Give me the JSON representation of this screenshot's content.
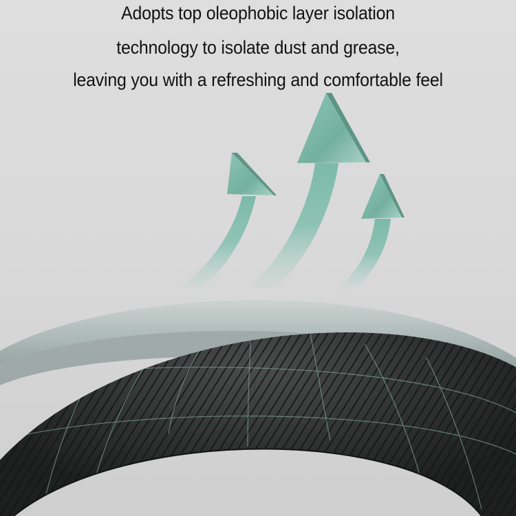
{
  "headline": {
    "lines": [
      "Adopts top oleophobic layer isolation",
      "technology to isolate dust and grease,",
      "leaving you with a refreshing and comfortable feel"
    ]
  },
  "illustration": {
    "arrows": [
      {
        "name": "left-arrow",
        "color": "#7fb8a8"
      },
      {
        "name": "center-arrow",
        "color": "#7fb8a8"
      },
      {
        "name": "right-arrow",
        "color": "#7fb8a8"
      }
    ],
    "wheel_cover": {
      "color": "#2a2c2c",
      "grid_color": "#7fa39b"
    },
    "oleophobic_layer": {
      "color": "#8fa5a0"
    },
    "background": "#dcdcdc"
  }
}
